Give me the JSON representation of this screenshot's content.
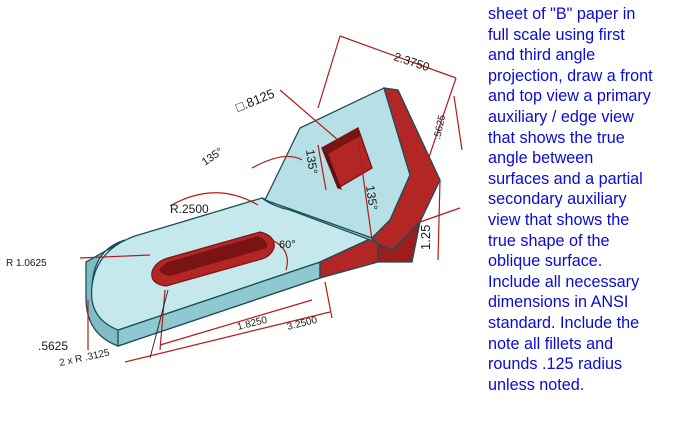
{
  "instructions": [
    "sheet of \"B\" paper in",
    "full scale using first",
    "and third angle",
    "projection, draw a front",
    "and top view a primary",
    "auxiliary / edge view",
    "that shows the true",
    "angle between",
    "surfaces and a partial",
    "secondary auxiliary",
    "view that shows the",
    "true shape of the",
    "oblique surface.",
    "Include all necessary",
    "dimensions in ANSI",
    "standard. Include the",
    "note all fillets and",
    "rounds .125 radius",
    "unless noted."
  ],
  "dimensions": {
    "top_width": "2.3750",
    "square_hole": "□.8125",
    "slot_right": ".5625",
    "height": "1.25",
    "angle_left": "135°",
    "angle_center": "135°",
    "angle_face": "135°",
    "bend_radius": "R.2500",
    "slot_angle": "60°",
    "end_radius": "R 1.0625",
    "thickness": ".5625",
    "hole_radius": "2 x R .3125",
    "slot_length": "1.8250",
    "base_length": "3.2500"
  },
  "colors": {
    "face_light": "#c4e8ec",
    "face_mid": "#a8d8de",
    "face_dark": "#7fbcc4",
    "cut_red": "#b32626",
    "cut_dark": "#7a1414",
    "text_blue": "#0a0ad6"
  }
}
